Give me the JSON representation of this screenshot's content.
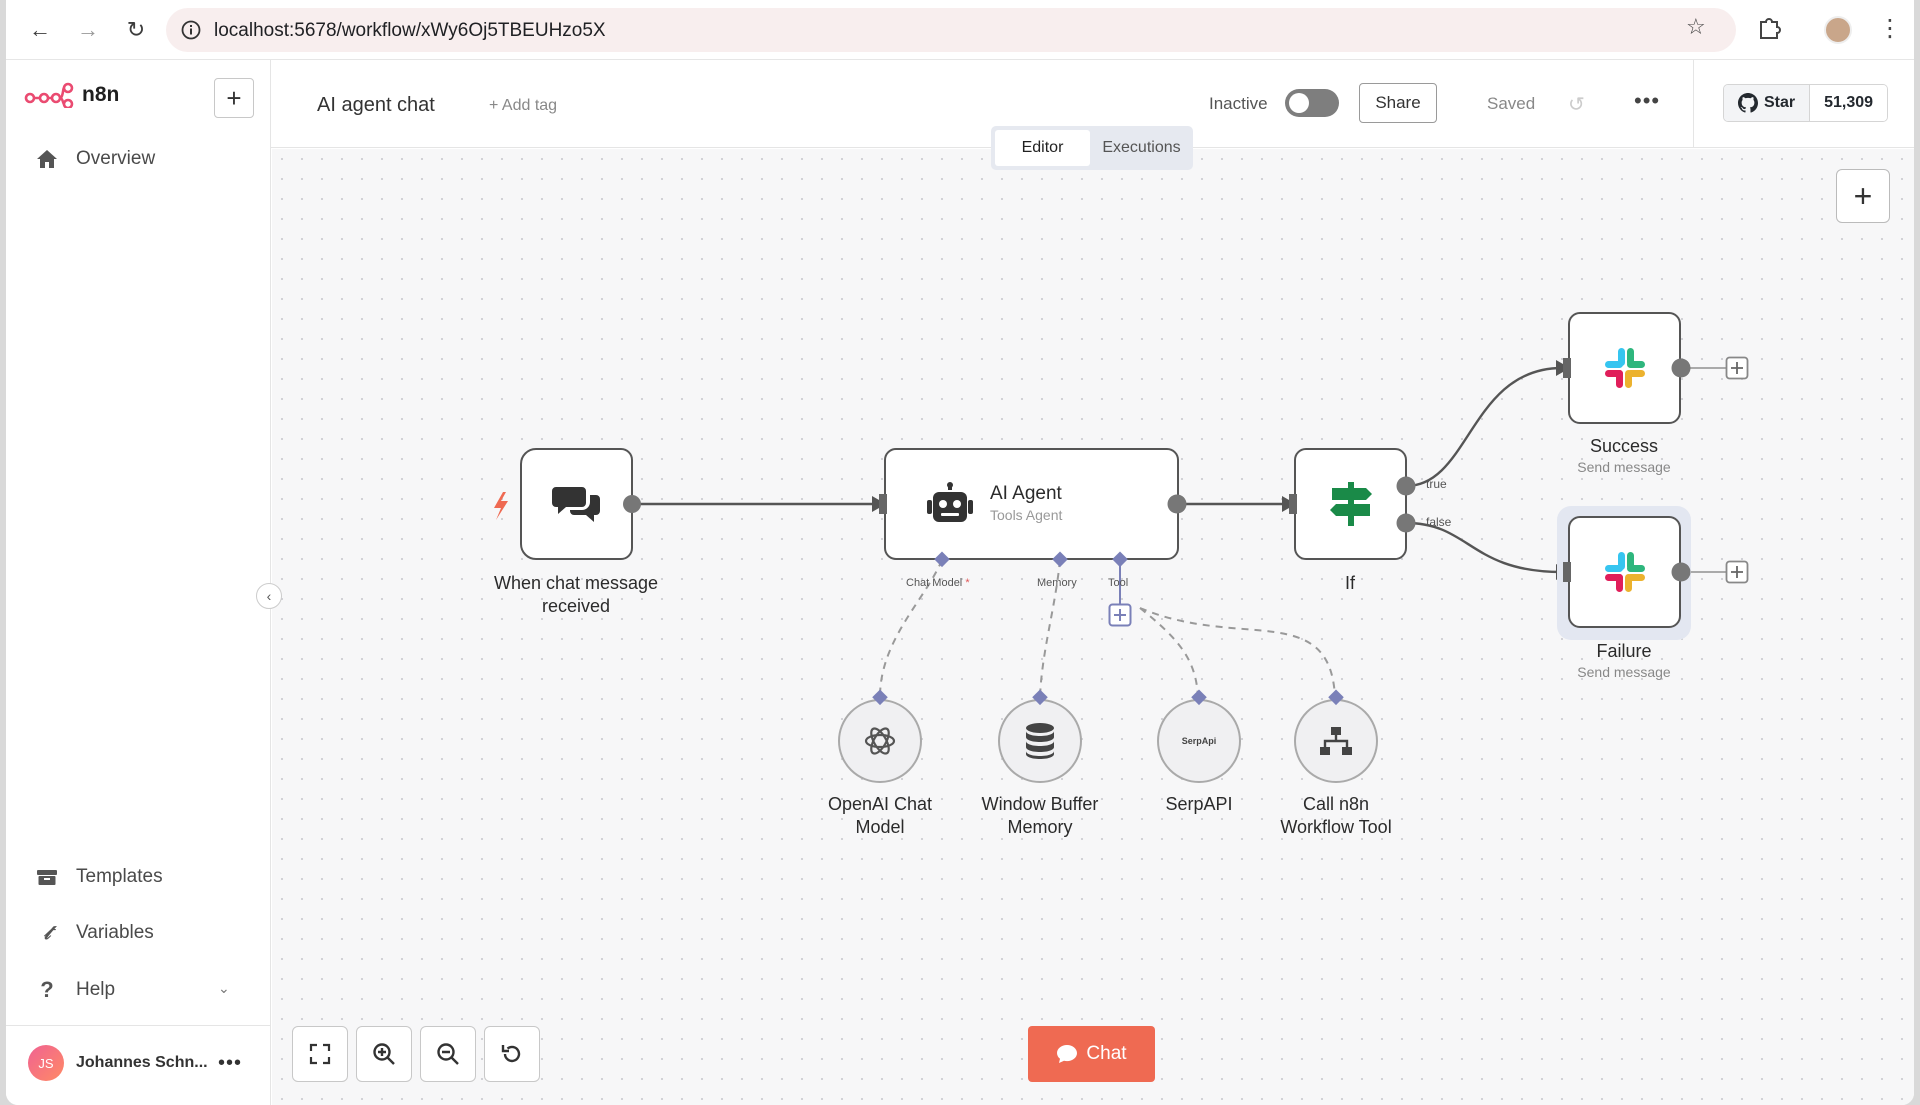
{
  "browser": {
    "url": "localhost:5678/workflow/xWy6Oj5TBEUHzo5X"
  },
  "sidebar": {
    "brand": "n8n",
    "items": [
      {
        "label": "Overview",
        "icon": "home-icon"
      },
      {
        "label": "Templates",
        "icon": "box-icon"
      },
      {
        "label": "Variables",
        "icon": "variable-icon"
      },
      {
        "label": "Help",
        "icon": "help-icon"
      }
    ],
    "user": {
      "initials": "JS",
      "name": "Johannes Schn..."
    }
  },
  "header": {
    "workflow_title": "AI agent chat",
    "add_tag": "+ Add tag",
    "status_label": "Inactive",
    "share_label": "Share",
    "saved_label": "Saved",
    "github_star_label": "Star",
    "github_star_count": "51,309"
  },
  "tabs": [
    {
      "label": "Editor",
      "active": true
    },
    {
      "label": "Executions",
      "active": false
    }
  ],
  "nodes": {
    "trigger": {
      "label": "When chat message received"
    },
    "agent": {
      "title": "AI Agent",
      "subtitle": "Tools Agent",
      "ports": {
        "chat_model": "Chat Model",
        "memory": "Memory",
        "tool": "Tool",
        "required_mark": "*"
      }
    },
    "if": {
      "label": "If",
      "true_label": "true",
      "false_label": "false"
    },
    "success": {
      "label": "Success",
      "subtitle": "Send message"
    },
    "failure": {
      "label": "Failure",
      "subtitle": "Send message"
    },
    "openai": {
      "label_line1": "OpenAI Chat",
      "label_line2": "Model"
    },
    "memory": {
      "label_line1": "Window Buffer",
      "label_line2": "Memory"
    },
    "serpapi": {
      "label": "SerpAPI",
      "logo_text": "SerpApi"
    },
    "workflow_tool": {
      "label_line1": "Call n8n",
      "label_line2": "Workflow Tool"
    }
  },
  "canvas_controls": {
    "chat_label": "Chat"
  },
  "colors": {
    "accent": "#ef6a52",
    "port_purple": "#7a80b8",
    "if_green": "#1a8a48",
    "node_border": "#555555"
  }
}
